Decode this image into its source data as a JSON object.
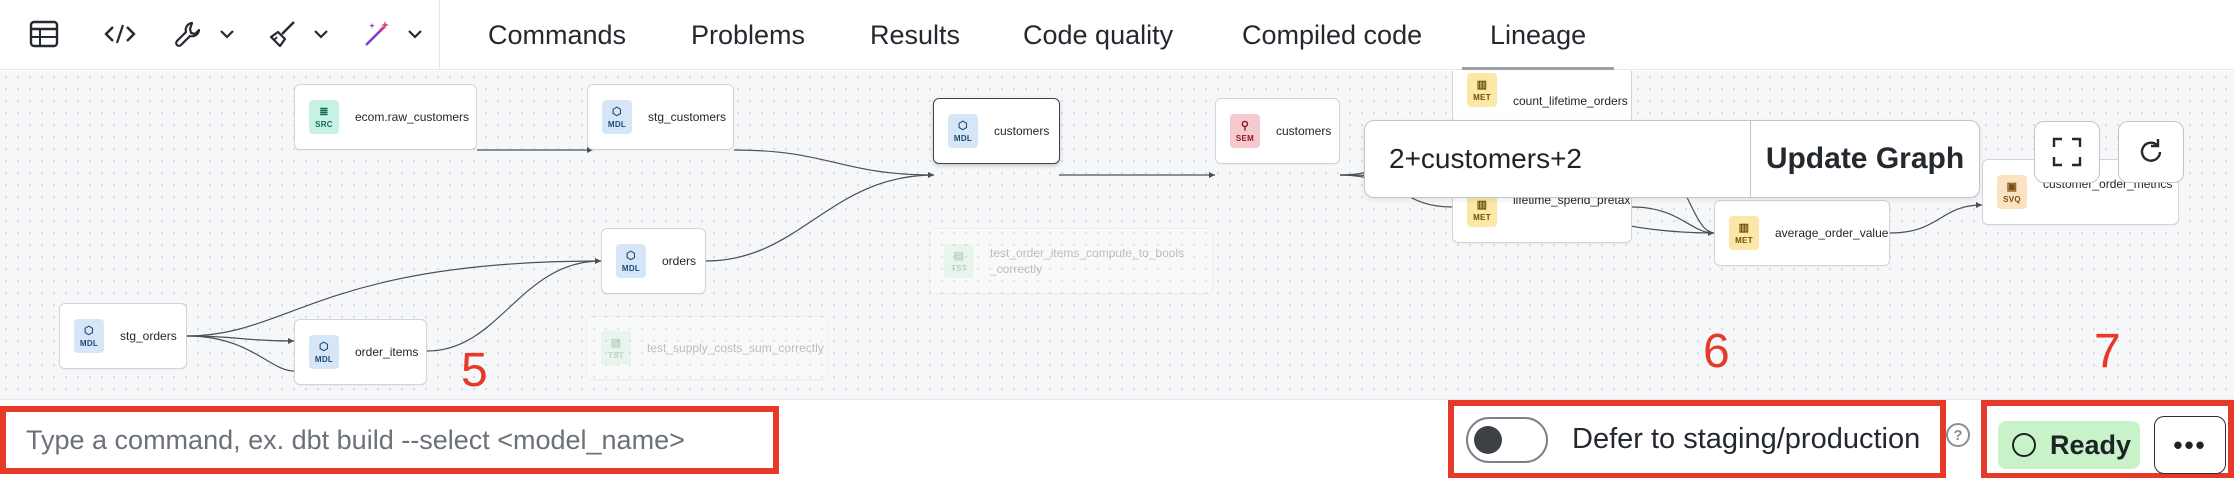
{
  "toolbar": {
    "icons": [
      "table-icon",
      "code-icon",
      "wrench-icon",
      "brush-icon",
      "magic-wand-icon"
    ]
  },
  "tabs": [
    {
      "label": "Commands"
    },
    {
      "label": "Problems"
    },
    {
      "label": "Results"
    },
    {
      "label": "Code quality"
    },
    {
      "label": "Compiled code"
    },
    {
      "label": "Lineage",
      "active": true
    }
  ],
  "lineage": {
    "nodes": [
      {
        "badge": "SRC",
        "label": "ecom.raw_customers"
      },
      {
        "badge": "MDL",
        "label": "stg_customers"
      },
      {
        "badge": "MDL",
        "label": "customers",
        "selected": true
      },
      {
        "badge": "SEM",
        "label": "customers"
      },
      {
        "badge": "MET",
        "label": "count_lifetime_orders"
      },
      {
        "badge": "MET",
        "label": "lifetime_spend_pretax"
      },
      {
        "badge": "MET",
        "label": "average_order_value"
      },
      {
        "badge": "SVQ",
        "label": "customer_order_metrics"
      },
      {
        "badge": "MDL",
        "label": "orders"
      },
      {
        "badge": "TST",
        "label": "test_order_items_compute_to_bools\n_correctly",
        "faded": true
      },
      {
        "badge": "MDL",
        "label": "stg_orders"
      },
      {
        "badge": "MDL",
        "label": "order_items"
      },
      {
        "badge": "TST",
        "label": "test_supply_costs_sum_correctly",
        "faded": true
      }
    ],
    "query_value": "2+customers+2",
    "update_button": "Update Graph"
  },
  "bottom": {
    "command_placeholder": "Type a command, ex. dbt build --select <model_name>",
    "defer_label": "Defer to staging/production",
    "help": "?",
    "status": "Ready",
    "more": "•••"
  },
  "callouts": [
    "5",
    "6",
    "7"
  ],
  "colors": {
    "callout_red": "#e53a2a",
    "ready_green": "#c8f2c8"
  }
}
